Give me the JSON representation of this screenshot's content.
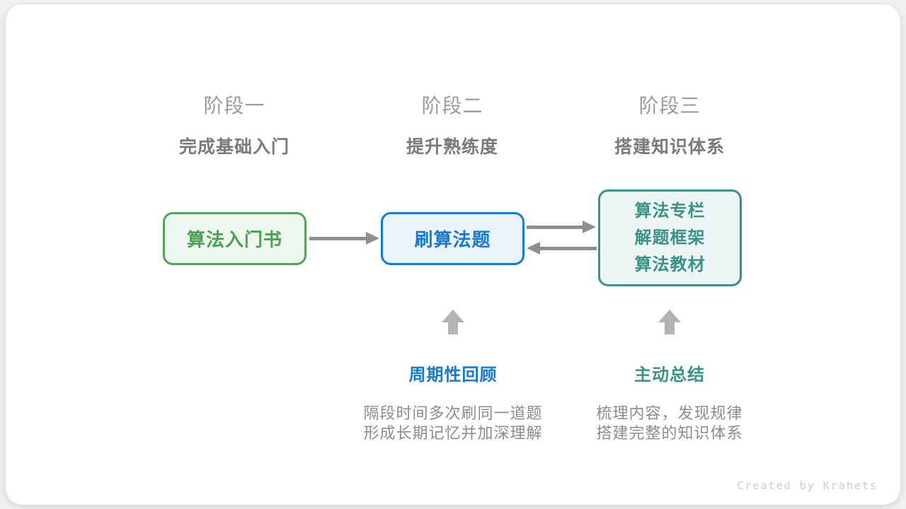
{
  "canvas": {
    "background_color": "#f0f0f0",
    "card_color": "#ffffff",
    "credit": "Created by Krahets",
    "credit_color": "#cccccc"
  },
  "stages": [
    {
      "label": "阶段一",
      "subtitle": "完成基础入门"
    },
    {
      "label": "阶段二",
      "subtitle": "提升熟练度"
    },
    {
      "label": "阶段三",
      "subtitle": "搭建知识体系"
    }
  ],
  "nodes": {
    "intro_book": {
      "label": "算法入门书",
      "border_color": "#56a25a",
      "text_color": "#4ba151",
      "fill_color": "#eef7ee"
    },
    "practice": {
      "label": "刷算法题",
      "border_color": "#1878d2",
      "text_color": "#1878d2",
      "fill_color": "#ebf3fa"
    },
    "resources": {
      "lines": [
        "算法专栏",
        "解题框架",
        "算法教材"
      ],
      "border_color": "#3a9286",
      "text_color": "#3a9286",
      "fill_color": "#edf5f4"
    }
  },
  "arrows": {
    "horizontal_color": "#8f8f8f",
    "up_color": "#b3b3b3"
  },
  "annotations": [
    {
      "title": "周期性回顾",
      "title_color": "#1878d2",
      "lines": [
        "隔段时间多次刷同一道题",
        "形成长期记忆并加深理解"
      ]
    },
    {
      "title": "主动总结",
      "title_color": "#3a9286",
      "lines": [
        "梳理内容，发现规律",
        "搭建完整的知识体系"
      ]
    }
  ]
}
